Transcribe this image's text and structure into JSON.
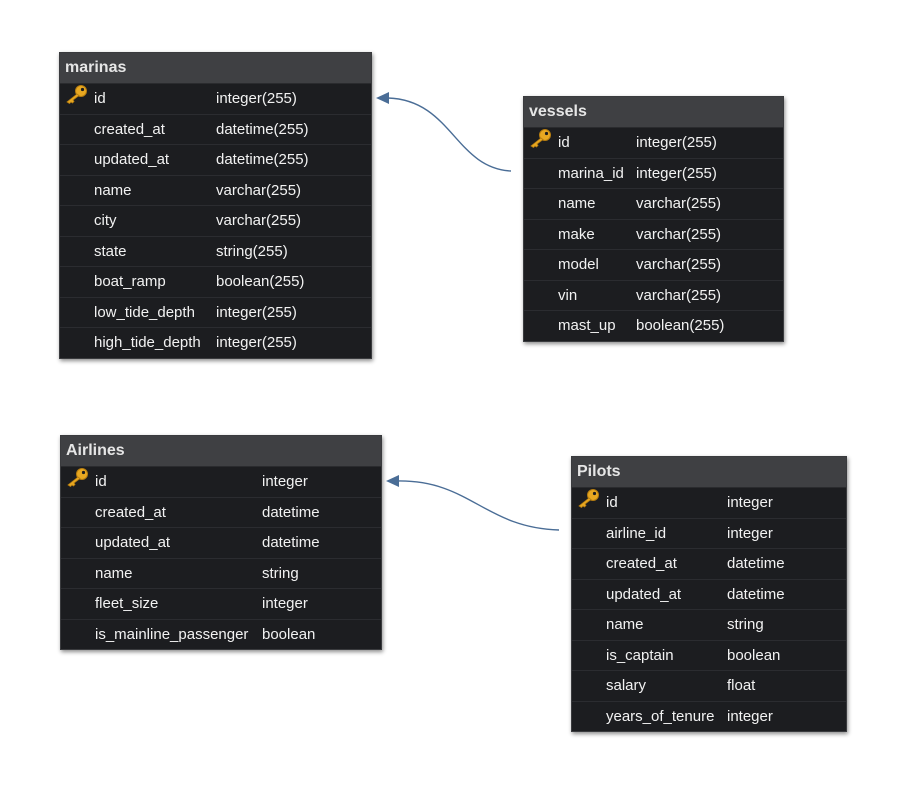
{
  "tables": {
    "marinas": {
      "name": "marinas",
      "fields": [
        {
          "name": "id",
          "type": "integer(255)",
          "primary_key": true
        },
        {
          "name": "created_at",
          "type": "datetime(255)"
        },
        {
          "name": "updated_at",
          "type": "datetime(255)"
        },
        {
          "name": "name",
          "type": "varchar(255)"
        },
        {
          "name": "city",
          "type": "varchar(255)"
        },
        {
          "name": "state",
          "type": "string(255)"
        },
        {
          "name": "boat_ramp",
          "type": "boolean(255)"
        },
        {
          "name": "low_tide_depth",
          "type": "integer(255)"
        },
        {
          "name": "high_tide_depth",
          "type": "integer(255)"
        }
      ]
    },
    "vessels": {
      "name": "vessels",
      "fields": [
        {
          "name": "id",
          "type": "integer(255)",
          "primary_key": true
        },
        {
          "name": "marina_id",
          "type": "integer(255)"
        },
        {
          "name": "name",
          "type": "varchar(255)"
        },
        {
          "name": "make",
          "type": "varchar(255)"
        },
        {
          "name": "model",
          "type": "varchar(255)"
        },
        {
          "name": "vin",
          "type": "varchar(255)"
        },
        {
          "name": "mast_up",
          "type": "boolean(255)"
        }
      ]
    },
    "airlines": {
      "name": "Airlines",
      "fields": [
        {
          "name": "id",
          "type": "integer",
          "primary_key": true
        },
        {
          "name": "created_at",
          "type": "datetime"
        },
        {
          "name": "updated_at",
          "type": "datetime"
        },
        {
          "name": "name",
          "type": "string"
        },
        {
          "name": "fleet_size",
          "type": "integer"
        },
        {
          "name": "is_mainline_passenger",
          "type": "boolean"
        }
      ]
    },
    "pilots": {
      "name": "Pilots",
      "fields": [
        {
          "name": "id",
          "type": "integer",
          "primary_key": true
        },
        {
          "name": "airline_id",
          "type": "integer"
        },
        {
          "name": "created_at",
          "type": "datetime"
        },
        {
          "name": "updated_at",
          "type": "datetime"
        },
        {
          "name": "name",
          "type": "string"
        },
        {
          "name": "is_captain",
          "type": "boolean"
        },
        {
          "name": "salary",
          "type": "float"
        },
        {
          "name": "years_of_tenure",
          "type": "integer"
        }
      ]
    }
  },
  "relationships": [
    {
      "from": "vessels",
      "to": "marinas"
    },
    {
      "from": "Pilots",
      "to": "Airlines"
    }
  ],
  "colors": {
    "table_background": "#1c1d20",
    "header_background": "#3f4043",
    "text": "#f2f2f2",
    "connector": "#4a6d96",
    "key_icon": "#e8a821"
  },
  "icons": {
    "primary_key": "key-icon"
  }
}
